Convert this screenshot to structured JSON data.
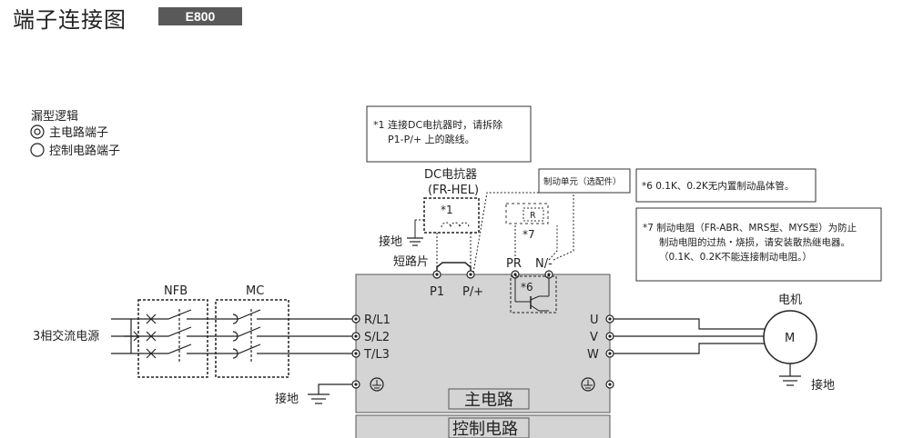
{
  "header": {
    "title": "端子连接图",
    "model": "E800"
  },
  "legend": {
    "title": "漏型逻辑",
    "main_circuit": "主电路端子",
    "control_circuit": "控制电路端子"
  },
  "notes": {
    "n1_line1": "*1 连接DC电抗器时，请拆除",
    "n1_line2": "P1-P/+ 上的跳线。",
    "n6": "*6 0.1K、0.2K无内置制动晶体管。",
    "n7_line1": "*7 制动电阻（FR-ABR、MRS型、MYS型）为防止",
    "n7_line2": "制动电阻的过热・烧损，请安装散热继电器。",
    "n7_line3": "（0.1K、0.2K不能连接制动电阻。）"
  },
  "labels": {
    "dc_reactor": "DC电抗器",
    "dc_reactor_model": "(FR-HEL)",
    "note1_mark": "*1",
    "note6_mark": "*6",
    "note7_mark": "*7",
    "brake_unit": "制动单元（选配件）",
    "resistor_r": "R",
    "ground": "接地",
    "jumper": "短路片",
    "nfb": "NFB",
    "mc": "MC",
    "power_source": "3相交流电源",
    "motor": "电机",
    "motor_symbol": "M",
    "main_circuit": "主电路",
    "control_circuit": "控制电路"
  },
  "terminals": {
    "p1": "P1",
    "p_plus": "P/+",
    "pr": "PR",
    "n_minus": "N/-",
    "r_l1": "R/L1",
    "s_l2": "S/L2",
    "t_l3": "T/L3",
    "u": "U",
    "v": "V",
    "w": "W"
  },
  "colors": {
    "panel": "#d4d4d4",
    "model_badge": "#595959",
    "line": "#222222"
  }
}
